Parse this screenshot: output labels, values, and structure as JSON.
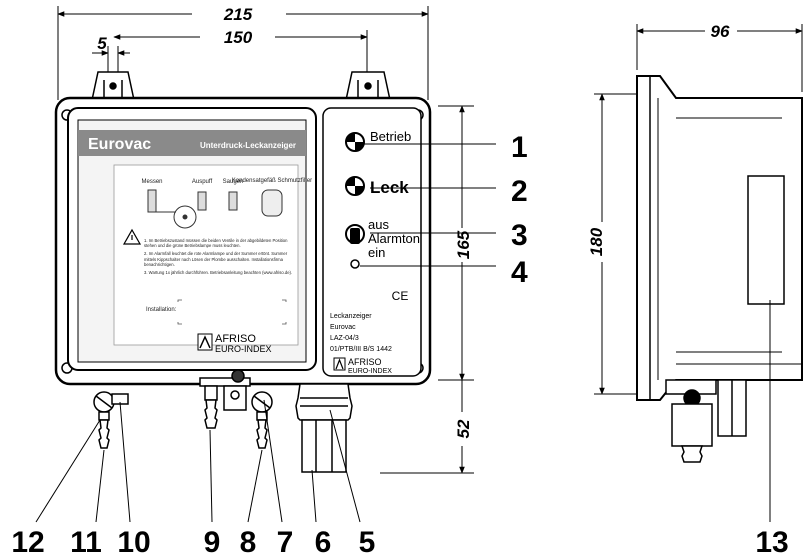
{
  "dimensions": {
    "width_total": "215",
    "mount_spacing": "150",
    "tab_width": "5",
    "height_main": "165",
    "gland_height": "52",
    "side_depth": "96",
    "side_height": "180"
  },
  "front_panel": {
    "title": "Eurovac",
    "subtitle": "Unterdruck-Leckanzeiger",
    "diagram_labels": [
      "Messen",
      "Auspuff",
      "Saugen",
      "Kondensatgefäß Schmutzfilter"
    ],
    "instructions": [
      "1. Im Betriebszustand müssen die beiden Ventile in der abgebildeten Position stehen und die grüne Betriebslampe muss leuchten.",
      "2. Im Alarmfall leuchtet die rote Alarmlampe und der Summer ertönt. Summer mittels Kippschalter nach Lösen der Plombe ausschalten. Installationsfirma benachrichtigen.",
      "3. Wartung 1x jährlich durchführen. Betriebsanleitung beachten (www.afriso.de)."
    ],
    "installation_label": "Installation:",
    "brand_top": "AFRISO",
    "brand_bottom": "EURO-INDEX"
  },
  "control_panel": {
    "betrieb": "Betrieb",
    "leck": "Leck",
    "aus": "aus",
    "alarmton": "Alarmton",
    "ein": "ein",
    "ce": "CE",
    "device_label": "Leckanzeiger",
    "device_name": "Eurovac",
    "model": "LAZ-04/3",
    "approval": "01/PTB/III B/S 1442",
    "brand_top": "AFRISO",
    "brand_bottom": "EURO-INDEX"
  },
  "callouts": [
    "1",
    "2",
    "3",
    "4",
    "5",
    "6",
    "7",
    "8",
    "9",
    "10",
    "11",
    "12",
    "13"
  ]
}
